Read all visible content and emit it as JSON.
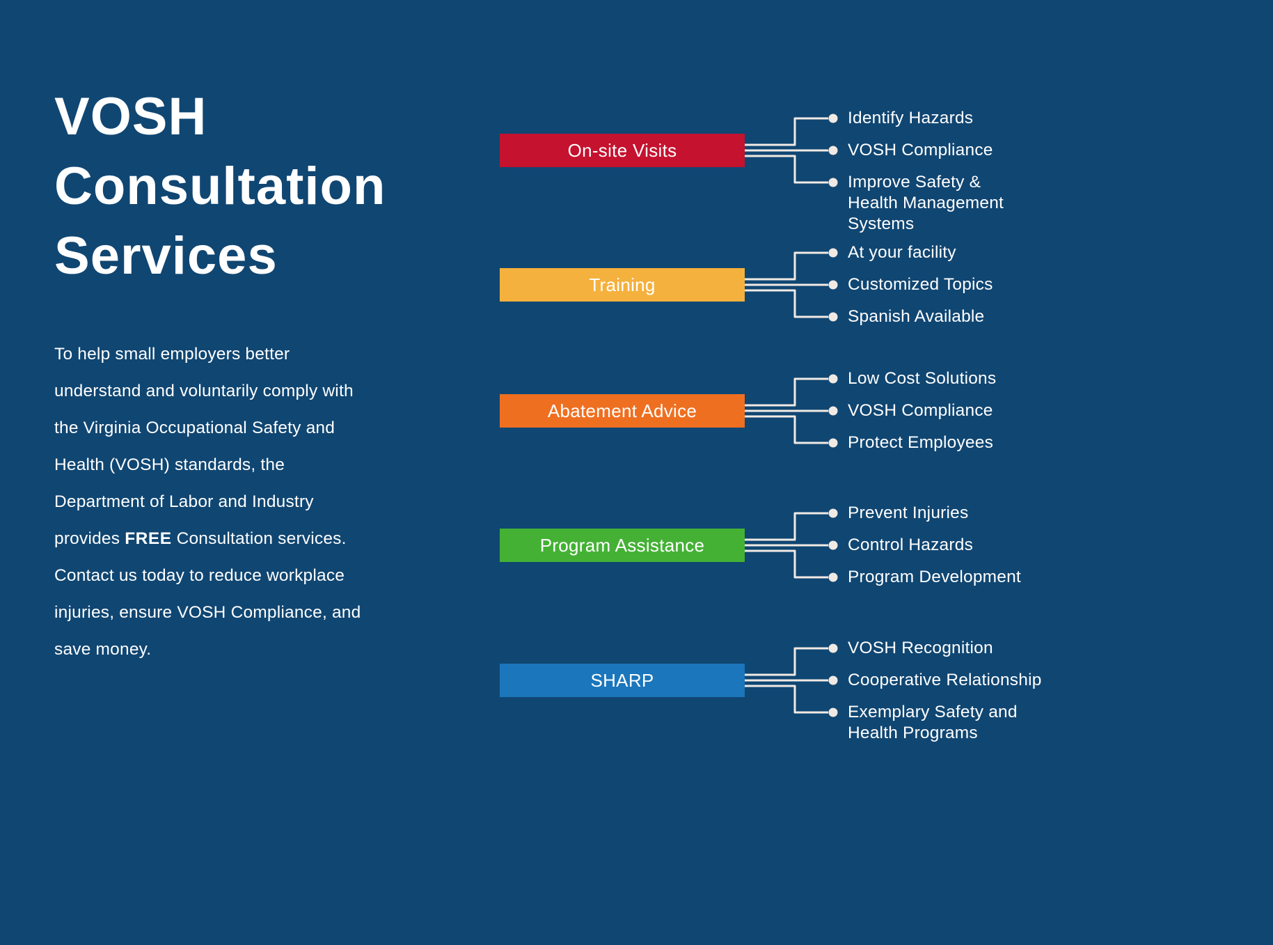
{
  "page": {
    "background_color": "#104672",
    "line_color": "#f1eae4",
    "text_color": "#ffffff"
  },
  "header": {
    "title": "VOSH\nConsultation\nServices"
  },
  "intro": {
    "part1": "To help small employers better\nunderstand and voluntarily comply with\nthe Virginia Occupational Safety and\nHealth (VOSH) standards, the\nDepartment of Labor and Industry\nprovides ",
    "bold": "FREE",
    "part2": " Consultation services.\nContact us today to reduce workplace\ninjuries, ensure VOSH Compliance, and\nsave money."
  },
  "connector": {
    "line_color": "#f1eae4"
  },
  "groups": [
    {
      "label": "On-site Visits",
      "color": "#c5122f",
      "items": [
        "Identify Hazards",
        "VOSH Compliance",
        "Improve Safety & Health Management Systems"
      ]
    },
    {
      "label": "Training",
      "color": "#f5b13d",
      "items": [
        "At your facility",
        "Customized Topics",
        "Spanish Available"
      ]
    },
    {
      "label": "Abatement Advice",
      "color": "#ef6f21",
      "items": [
        "Low Cost Solutions",
        "VOSH Compliance",
        "Protect Employees"
      ]
    },
    {
      "label": "Program Assistance",
      "color": "#44b135",
      "items": [
        "Prevent Injuries",
        "Control Hazards",
        "Program Development"
      ]
    },
    {
      "label": "SHARP",
      "color": "#1b76bc",
      "items": [
        "VOSH Recognition",
        "Cooperative Relationship",
        "Exemplary Safety and Health Programs"
      ]
    }
  ]
}
